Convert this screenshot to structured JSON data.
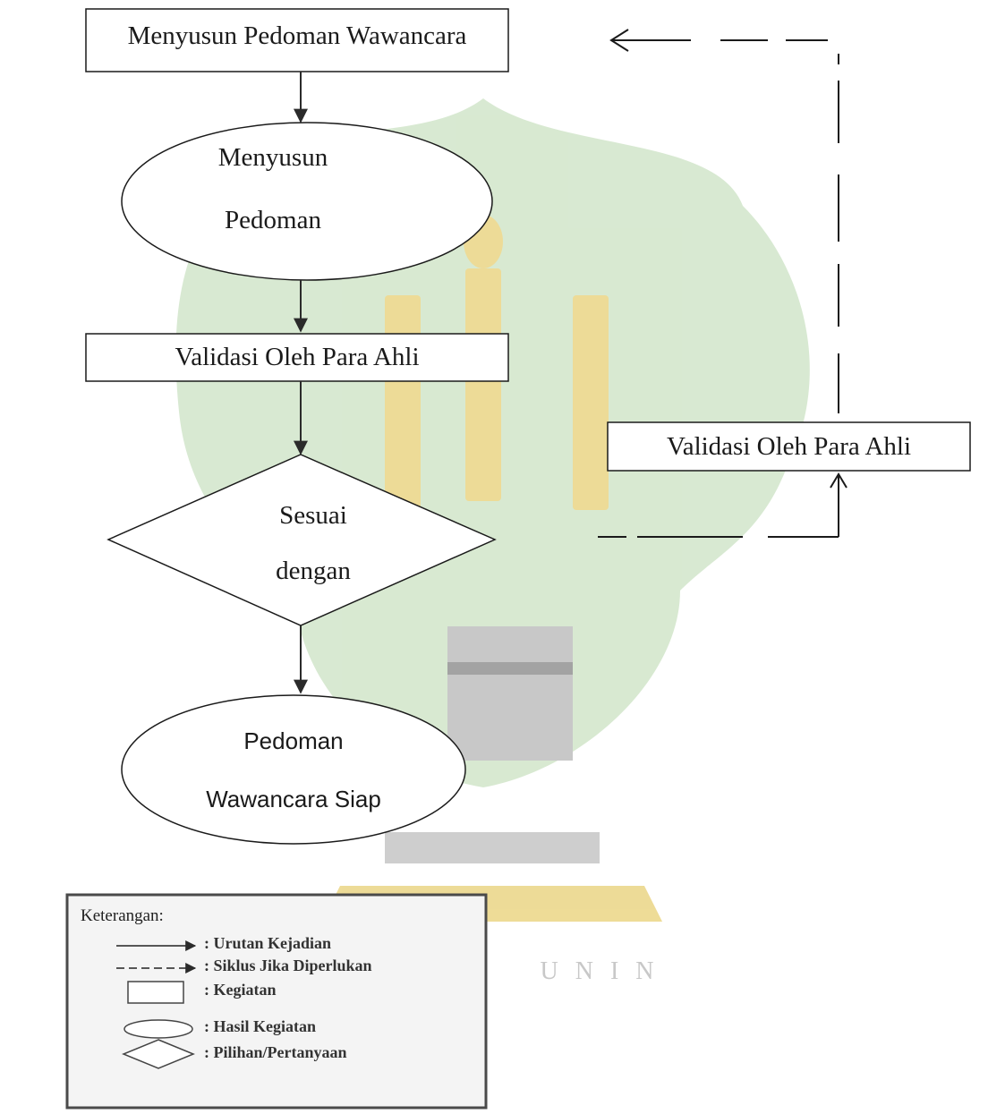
{
  "nodes": {
    "step1": "Menyusun Pedoman Wawancara",
    "step2_line1": "Menyusun",
    "step2_line2": "Pedoman",
    "step3": "Validasi Oleh Para Ahli",
    "decision_line1": "Sesuai",
    "decision_line2": "dengan",
    "result_line1": "Pedoman",
    "result_line2": "Wawancara Siap",
    "side_validation": "Validasi Oleh Para Ahli"
  },
  "legend": {
    "title": "Keterangan:",
    "items": [
      ": Urutan Kejadian",
      ": Siklus Jika Diperlukan",
      ": Kegiatan",
      ": Hasil Kegiatan",
      ": Pilihan/Pertanyaan"
    ]
  },
  "watermark": {
    "text": "U N I N",
    "colors": {
      "green": "#cfe3c7",
      "gold": "#e9d27a",
      "gray": "#b4b4b4"
    }
  },
  "colors": {
    "stroke": "#1a1a1a",
    "arrow": "#2b2b2b"
  }
}
